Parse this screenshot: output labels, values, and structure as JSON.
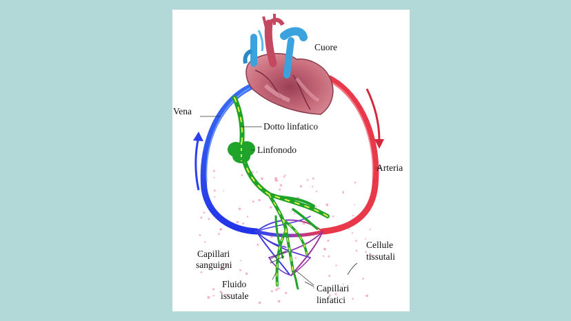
{
  "labels": {
    "heart": "Cuore",
    "vein": "Vena",
    "lymph_duct": "Dotto linfatico",
    "lymph_node": "Linfonodo",
    "artery": "Arteria",
    "blood_capillaries_1": "Capillari",
    "blood_capillaries_2": "sanguigni",
    "tissue_cells_1": "Cellule",
    "tissue_cells_2": "tissutali",
    "tissue_fluid_1": "Fluido",
    "tissue_fluid_2": "issutale",
    "lymph_capillaries_1": "Capillari",
    "lymph_capillaries_2": "linfatici"
  },
  "colors": {
    "background": "#b2d8d8",
    "vein": "#2d46f0",
    "artery": "#e8384a",
    "lymph": "#1fa32a",
    "lymph_highlight": "#e8f04a",
    "heart": "#c66a7a",
    "heart_vessels": "#3aa2dd",
    "tissue_dots": "#f2a5c0"
  }
}
